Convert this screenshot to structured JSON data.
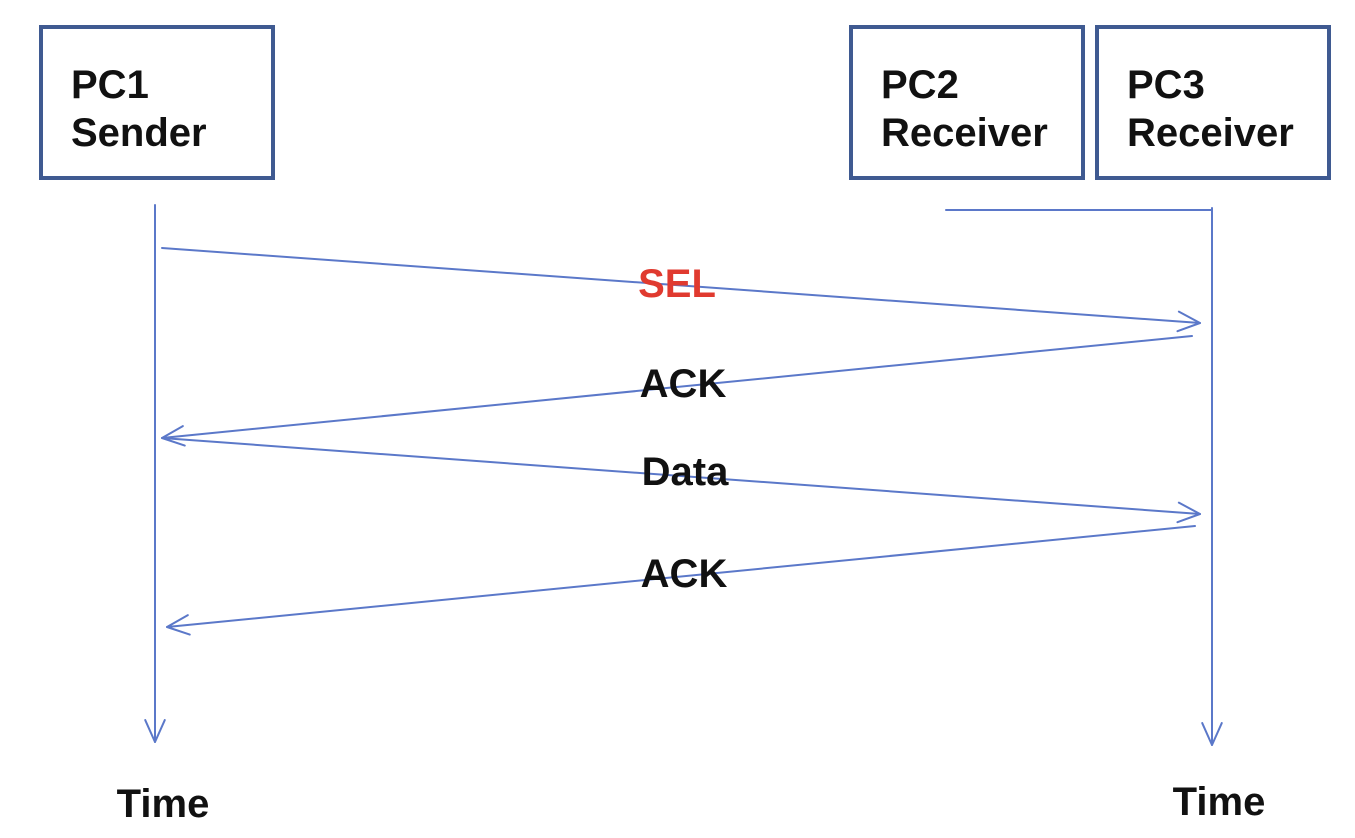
{
  "nodes": {
    "pc1": {
      "name": "PC1",
      "role": "Sender"
    },
    "pc2": {
      "name": "PC2",
      "role": "Receiver"
    },
    "pc3": {
      "name": "PC3",
      "role": "Receiver"
    }
  },
  "messages": [
    {
      "label": "SEL",
      "from": "pc1",
      "to": "pc3",
      "color": "#e03a2f"
    },
    {
      "label": "ACK",
      "from": "pc3",
      "to": "pc1",
      "color": "#111111"
    },
    {
      "label": "Data",
      "from": "pc1",
      "to": "pc3",
      "color": "#111111"
    },
    {
      "label": "ACK",
      "from": "pc3",
      "to": "pc1",
      "color": "#111111"
    }
  ],
  "timeline": {
    "sender_label": "Time",
    "receiver_label": "Time"
  },
  "colors": {
    "line": "#5b78c9",
    "box_border": "#3f5a91",
    "highlight": "#e03a2f",
    "text": "#111111"
  }
}
